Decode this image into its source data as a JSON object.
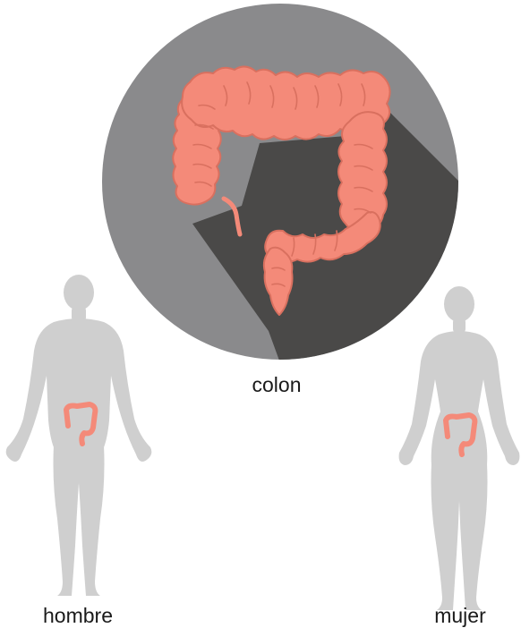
{
  "labels": {
    "colon": "colon",
    "male": "hombre",
    "female": "mujer"
  },
  "colors": {
    "circle": "#8a8a8c",
    "shadow": "#4a4948",
    "organ": "#f48a79",
    "organ_line": "#d9705f",
    "silhouette": "#cfcfcf"
  },
  "icons": {
    "organ": "large-intestine-icon",
    "male": "male-body-silhouette",
    "female": "female-body-silhouette"
  }
}
